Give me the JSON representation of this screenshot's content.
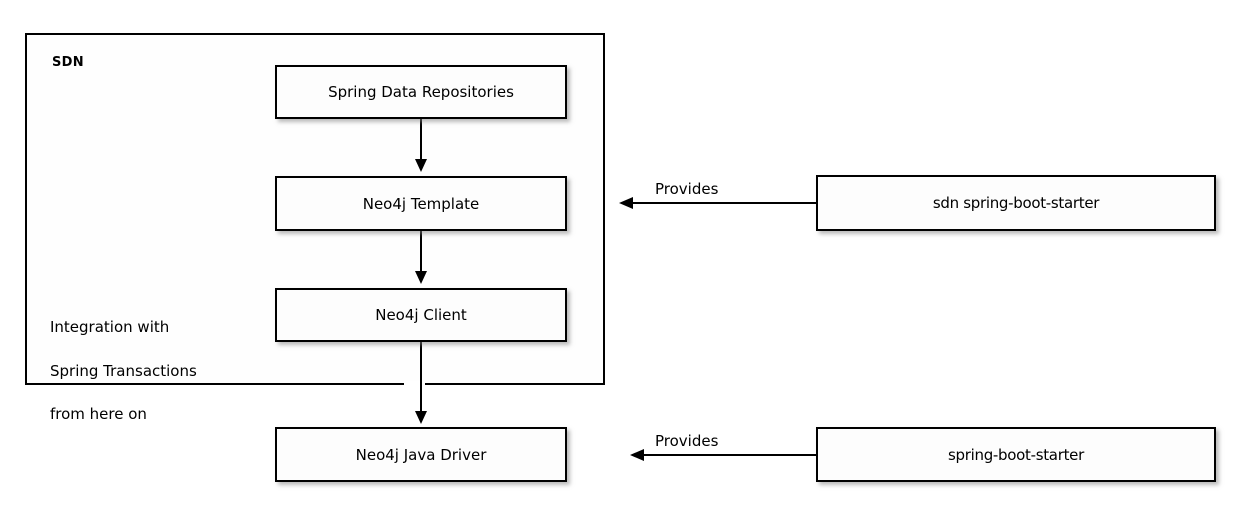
{
  "diagram": {
    "type": "component-diagram",
    "background_color": "#ffffff",
    "border_color": "#000000",
    "box_fill_color": "#fdfdfd",
    "shadow_color": "#828282",
    "container": {
      "label": "SDN",
      "note_lines": [
        "Integration with",
        "Spring Transactions",
        "from here on"
      ]
    },
    "nodes": {
      "spring_data_repositories": "Spring Data Repositories",
      "neo4j_template": "Neo4j Template",
      "neo4j_client": "Neo4j Client",
      "neo4j_java_driver": "Neo4j Java Driver",
      "sdn_spring_boot_starter": "sdn spring-boot-starter",
      "spring_boot_starter": "spring-boot-starter"
    },
    "edges": {
      "repos_to_template": {
        "from": "spring_data_repositories",
        "to": "neo4j_template",
        "label": ""
      },
      "template_to_client": {
        "from": "neo4j_template",
        "to": "neo4j_client",
        "label": ""
      },
      "client_to_driver": {
        "from": "neo4j_client",
        "to": "neo4j_java_driver",
        "label": ""
      },
      "provides_top": {
        "from": "sdn_spring_boot_starter",
        "to": "neo4j_template",
        "label": "Provides"
      },
      "provides_bottom": {
        "from": "spring_boot_starter",
        "to": "neo4j_java_driver",
        "label": "Provides"
      }
    }
  }
}
